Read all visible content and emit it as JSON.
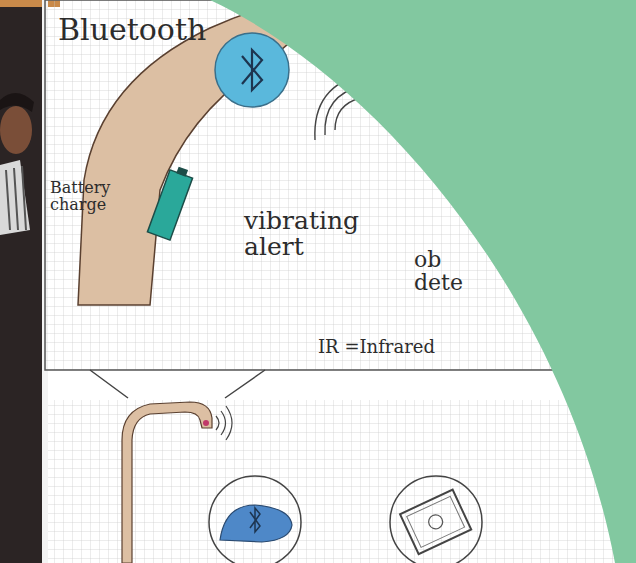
{
  "diagram": {
    "labels": [
      "Bluetooth",
      "Battery charge",
      "vibrating alert",
      "ob dete",
      "IR =Infrared"
    ]
  }
}
